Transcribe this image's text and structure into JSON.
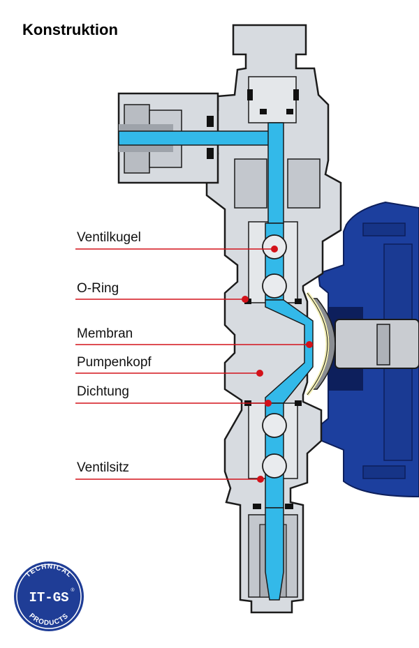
{
  "title": "Konstruktion",
  "labels": {
    "ventilkugel": "Ventilkugel",
    "o_ring": "O-Ring",
    "membran": "Membran",
    "pumpenkopf": "Pumpenkopf",
    "dichtung": "Dichtung",
    "ventilsitz": "Ventilsitz"
  },
  "logo": {
    "brand": "IT-GS",
    "arc_top": "TECHNICAL",
    "arc_bottom": "PRODUCTS",
    "mark": "®"
  },
  "colors": {
    "body_grey": "#d7dbe0",
    "outline": "#1b1b1b",
    "fluid_cyan": "#33b9e9",
    "motor_blue": "#1c3f9e",
    "motor_dark": "#0d1f5c",
    "leader_red": "#d3121a",
    "membrane_yellow": "#f3efb4",
    "logo_blue": "#1f3d96"
  }
}
